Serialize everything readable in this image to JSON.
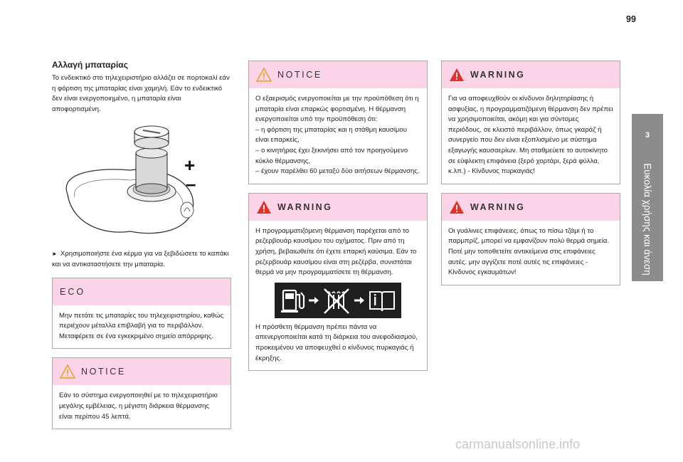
{
  "page": {
    "number": "99"
  },
  "side_tab": {
    "chapter": "3",
    "title": "Ευκολία χρήσης και άνεση"
  },
  "battery": {
    "title": "Αλλαγή μπαταρίας",
    "intro": "Το ενδεικτικό στο τηλεχειριστήριο αλλάζει σε πορτοκαλί εάν η φόρτιση της μπαταρίας είναι χαμηλή. Εάν το ενδεικτικό δεν είναι ενεργοποιημένο, η μπαταρία είναι αποφορτισμένη.",
    "plus": "+",
    "minus": "–",
    "instruction": "Χρησιμοποιήστε ένα κέρμα για να ξεβιδώσετε το καπάκι και να αντικαταστήσετε την μπαταρία."
  },
  "eco_box": {
    "label": "ECO",
    "text": "Μην πετάτε τις μπαταρίες του τηλεχειριστηρίου, καθώς περιέχουν μέταλλα επιβλαβή για το περιβάλλον. Μεταφέρετε σε ένα εγκεκριμένο σημείο απόρριψης."
  },
  "notice_box_1": {
    "label": "NOTICE",
    "text": "Εάν το σύστημα ενεργοποιηθεί με το τηλεχειριστήριο μεγάλης εμβέλειας, η μέγιστη διάρκεια θέρμανσης είναι περίπου 45 λεπτά."
  },
  "notice_box_2": {
    "label": "NOTICE",
    "text": "Ο εξαερισμός ενεργοποιείται με την προϋπόθεση ότι η μπαταρία είναι επαρκώς φορτισμένη. Η θέρμανση ενεργοποιείται υπό την προϋπόθεση ότι:",
    "items": [
      "–  η φόρτιση της μπαταρίας και η στάθμη καυσίμου είναι επαρκείς,",
      "–  ο κινητήρας έχει ξεκινήσει από τον προηγούμενο κύκλο θέρμανσης,",
      "–  έχουν παρέλθει 60 μεταξύ δύο αιτήσεων θέρμανσης."
    ]
  },
  "warning_box_1": {
    "label": "WARNING",
    "text": "Η προγραμματιζόμενη θέρμανση παρέχεται από το ρεζερβουάρ καυσίμου του οχήματος. Πριν από τη χρήση, βεβαιωθείτε ότι έχετε επαρκή καύσιμα. Εάν το ρεζερβουάρ καυσίμου είναι στη ρεζέρβα, συνιστάται θερμά να μην προγραμματίσετε τη θέρμανση.",
    "icons": [
      "fuel-pump-icon",
      "arrow-icon",
      "heater-crossed-icon",
      "arrow-icon",
      "manual-book-icon"
    ],
    "footer": "Η πρόσθετη θέρμανση πρέπει πάντα να απενεργοποιείται κατά τη διάρκεια του ανεφοδιασμού, προκειμένου να αποφευχθεί ο κίνδυνος πυρκαγιάς ή έκρηξης."
  },
  "warning_box_2": {
    "label": "WARNING",
    "text": "Για να αποφευχθούν οι κίνδυνοι δηλητηρίασης ή ασφυξίας, η προγραμματιζόμενη θέρμανση δεν πρέπει να χρησιμοποιείται, ακόμη και για σύντομες περιόδους, σε κλειστό περιβάλλον, όπως γκαράζ ή συνεργείο που δεν είναι εξοπλισμένο με σύστημα εξαγωγής καυσαερίων. Μη σταθμεύετε το αυτοκίνητο σε εύφλεκτη επιφάνεια (ξερό χορτάρι, ξερά φύλλα, κ.λπ.) - Κίνδυνος πυρκαγιάς!"
  },
  "warning_box_3": {
    "label": "WARNING",
    "text": "Οι γυάλινες επιφάνειες, όπως το πίσω τζάμι ή το παρμπρίζ, μπορεί να εμφανίζουν πολύ θερμά σημεία. Ποτέ μην τοποθετείτε αντικείμενα στις επιφάνειες αυτές. μην αγγίζετε ποτέ αυτές τις επιφάνειες - Κίνδυνος εγκαυμάτων!"
  },
  "watermark": "carmanualsonline.info",
  "colors": {
    "box_header": "#fbd4e7",
    "side_tab": "#8c8c8c",
    "warning_red": "#e0322b"
  }
}
